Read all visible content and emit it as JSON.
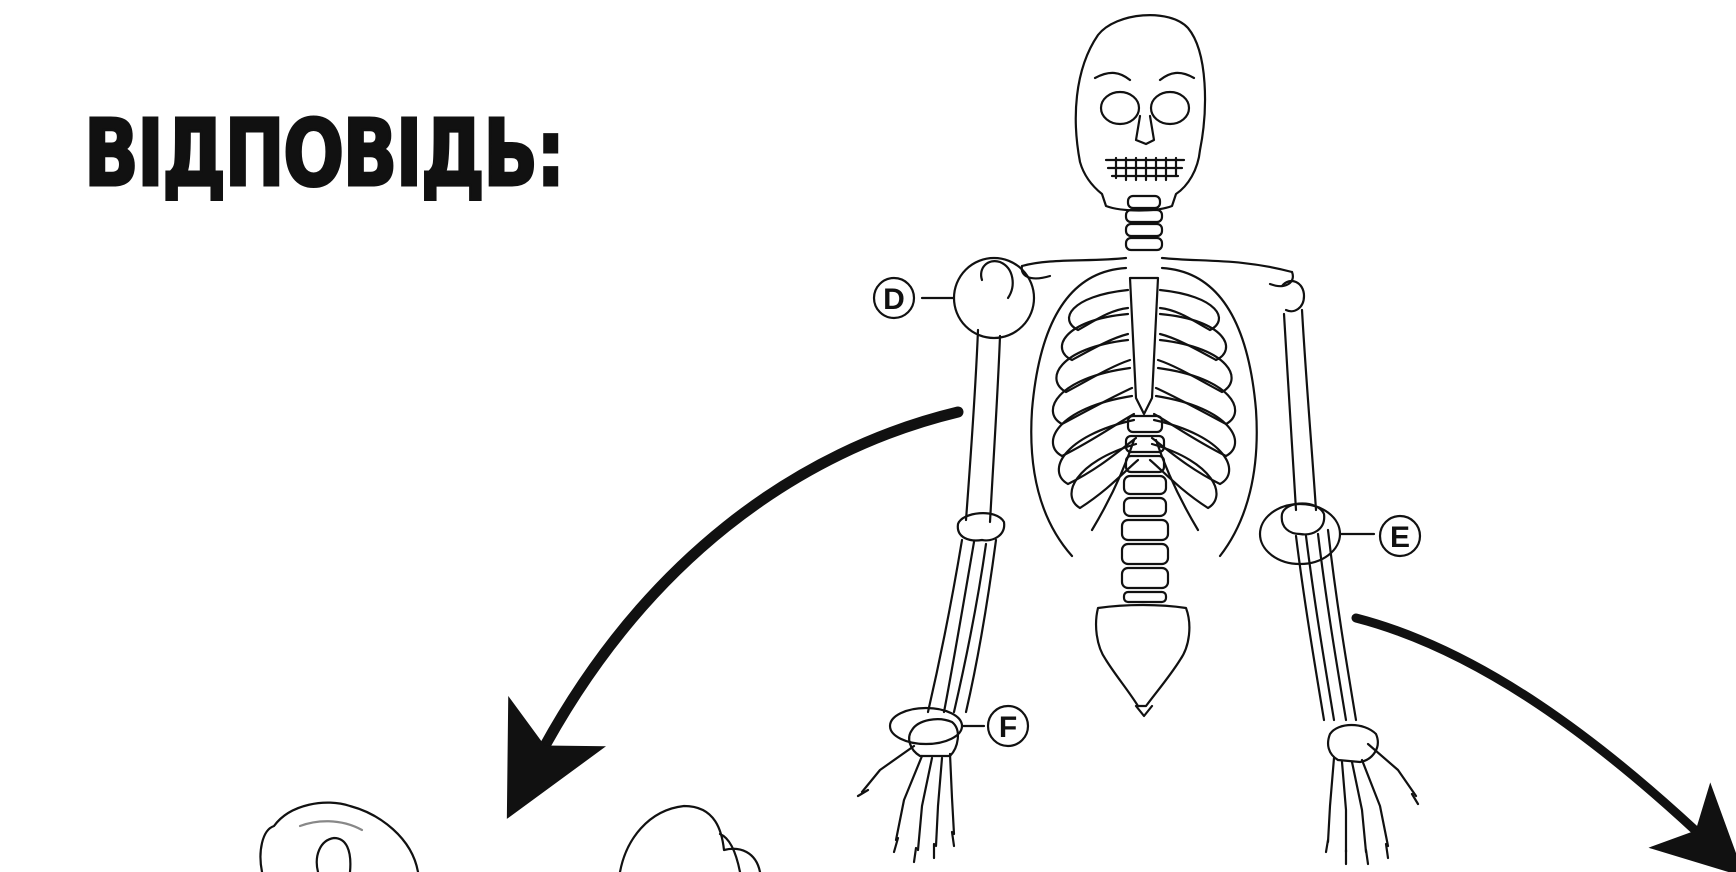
{
  "title": "ВІДПОВІДЬ:",
  "callouts": [
    {
      "letter": "D"
    },
    {
      "letter": "E"
    },
    {
      "letter": "F"
    }
  ],
  "colors": {
    "ink": "#111111",
    "background": "#ffffff"
  }
}
